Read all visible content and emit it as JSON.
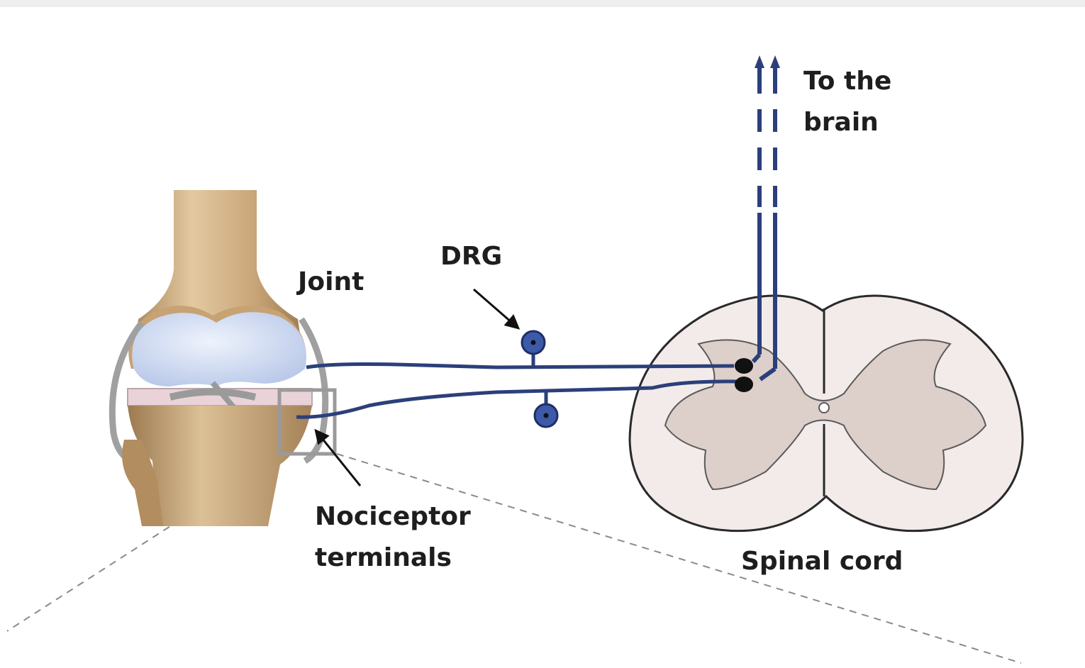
{
  "labels": {
    "brain_line1": "To the",
    "brain_line2": "brain",
    "drg": "DRG",
    "joint": "Joint",
    "nociceptor_line1": "Nociceptor",
    "nociceptor_line2": "terminals",
    "spinal_cord": "Spinal cord"
  },
  "colors": {
    "nerve": "#2b3f7a",
    "bone": "#d2b285",
    "cartilage": "#cdd9f2",
    "meniscus": "#ead3d8",
    "spinal_white": "#f2ebe9",
    "spinal_grey": "#ddcfca",
    "frame": "#9a9a9a"
  }
}
